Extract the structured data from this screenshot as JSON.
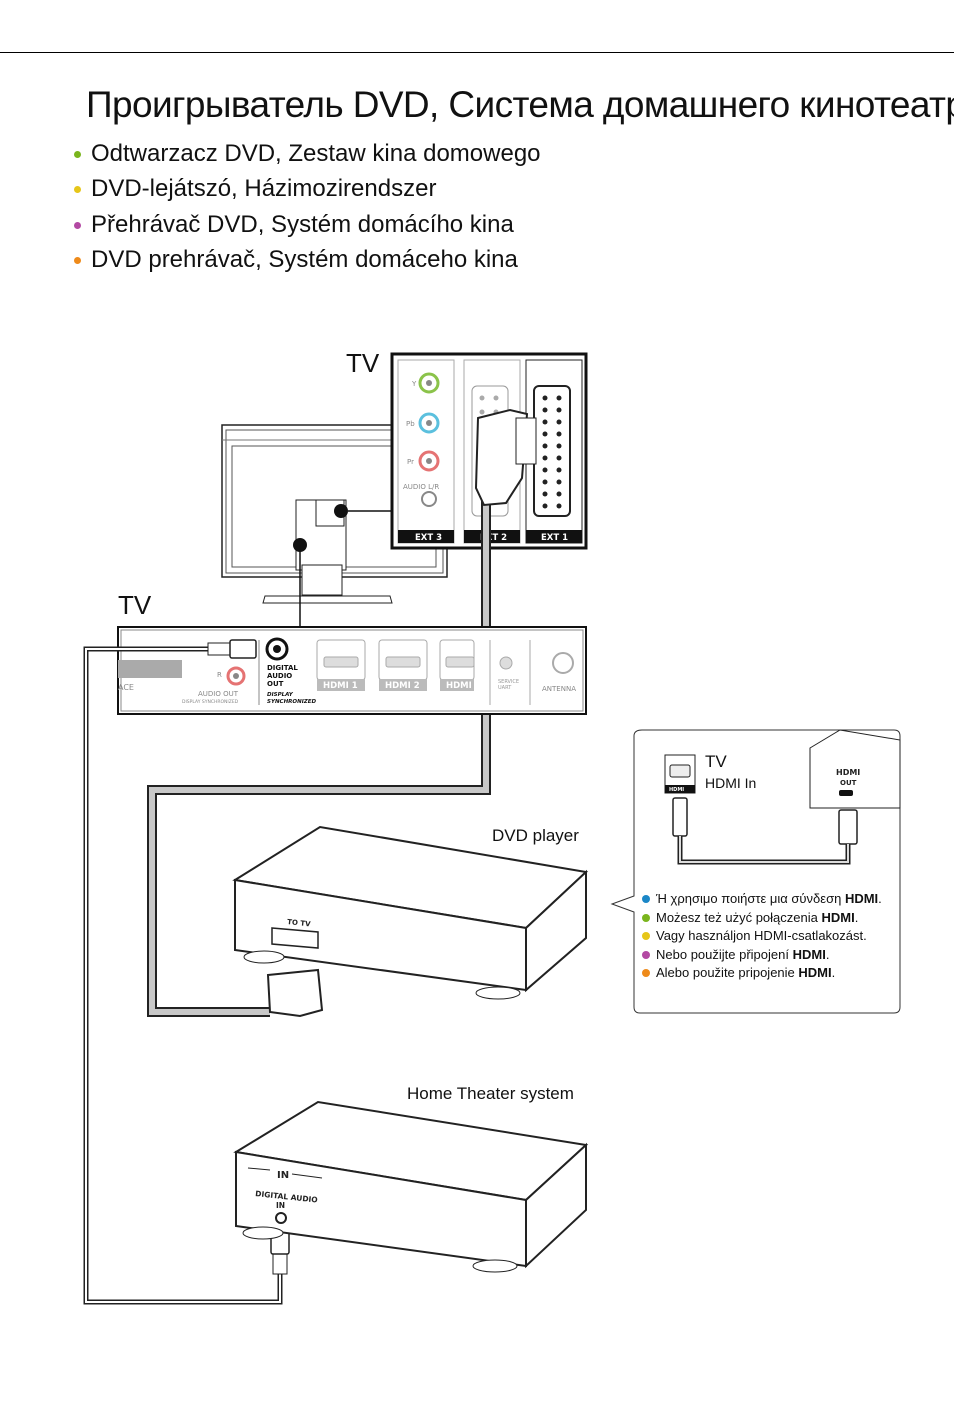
{
  "title": "Проигрыватель DVD, Система домашнего кинотеатра",
  "subtitles": [
    {
      "text": "Odtwarzacz DVD, Zestaw kina domowego",
      "color": "#7ab51d"
    },
    {
      "text": "DVD-lejátszó, Házimozirendszer",
      "color": "#e6c619"
    },
    {
      "text": "Přehrávač DVD, Systém domácího kina",
      "color": "#b349a3"
    },
    {
      "text": "DVD prehrávač, Systém domáceho kina",
      "color": "#ee8a1a"
    }
  ],
  "labels": {
    "tv_top": "TV",
    "tv_panel": "TV",
    "dvd_player": "DVD player",
    "home_theater": "Home Theater system"
  },
  "tv_ports": {
    "y": "Y",
    "pb": "Pb",
    "pr": "Pr",
    "audio_lr": "AUDIO L/R",
    "ext3": "EXT 3",
    "ext2": "EXT 2",
    "ext1": "EXT 1",
    "r": "R",
    "ace": "ACE",
    "audio_out": "AUDIO OUT",
    "display_sync": "DISPLAY SYNCHRONIZED",
    "digital_audio_out": [
      "DIGITAL",
      "AUDIO",
      "OUT"
    ],
    "display_sync_2": [
      "DISPLAY",
      "SYNCHRONIZED"
    ],
    "hdmi1": "HDMI 1",
    "hdmi2": "HDMI 2",
    "hdmi3": "HDMI",
    "service": [
      "SERVICE",
      "UART"
    ],
    "antenna": "ANTENNA"
  },
  "dvd_ports": {
    "to_tv": "TO TV"
  },
  "ht_ports": {
    "in": "IN",
    "digital_audio": "DIGITAL AUDIO",
    "in2": "IN"
  },
  "callout": {
    "tv": "TV",
    "hdmi_in": "HDMI In",
    "hdmi_tag": "HDMI",
    "hdmi_out": [
      "HDMI",
      "OUT"
    ],
    "items": [
      {
        "pre": "Ή χρησιμο ποιήστε μια σύνδεση ",
        "bold": "HDMI",
        "post": ".",
        "color": "#1b87c7"
      },
      {
        "pre": "Możesz też użyć połączenia ",
        "bold": "HDMI",
        "post": ".",
        "color": "#7ab51d"
      },
      {
        "pre": "Vagy használjon HDMI-csatlakozást.",
        "bold": "",
        "post": "",
        "color": "#e6c619"
      },
      {
        "pre": "Nebo použijte připojení ",
        "bold": "HDMI",
        "post": ".",
        "color": "#b349a3"
      },
      {
        "pre": "Alebo použite pripojenie ",
        "bold": "HDMI",
        "post": ".",
        "color": "#ee8a1a"
      }
    ]
  }
}
